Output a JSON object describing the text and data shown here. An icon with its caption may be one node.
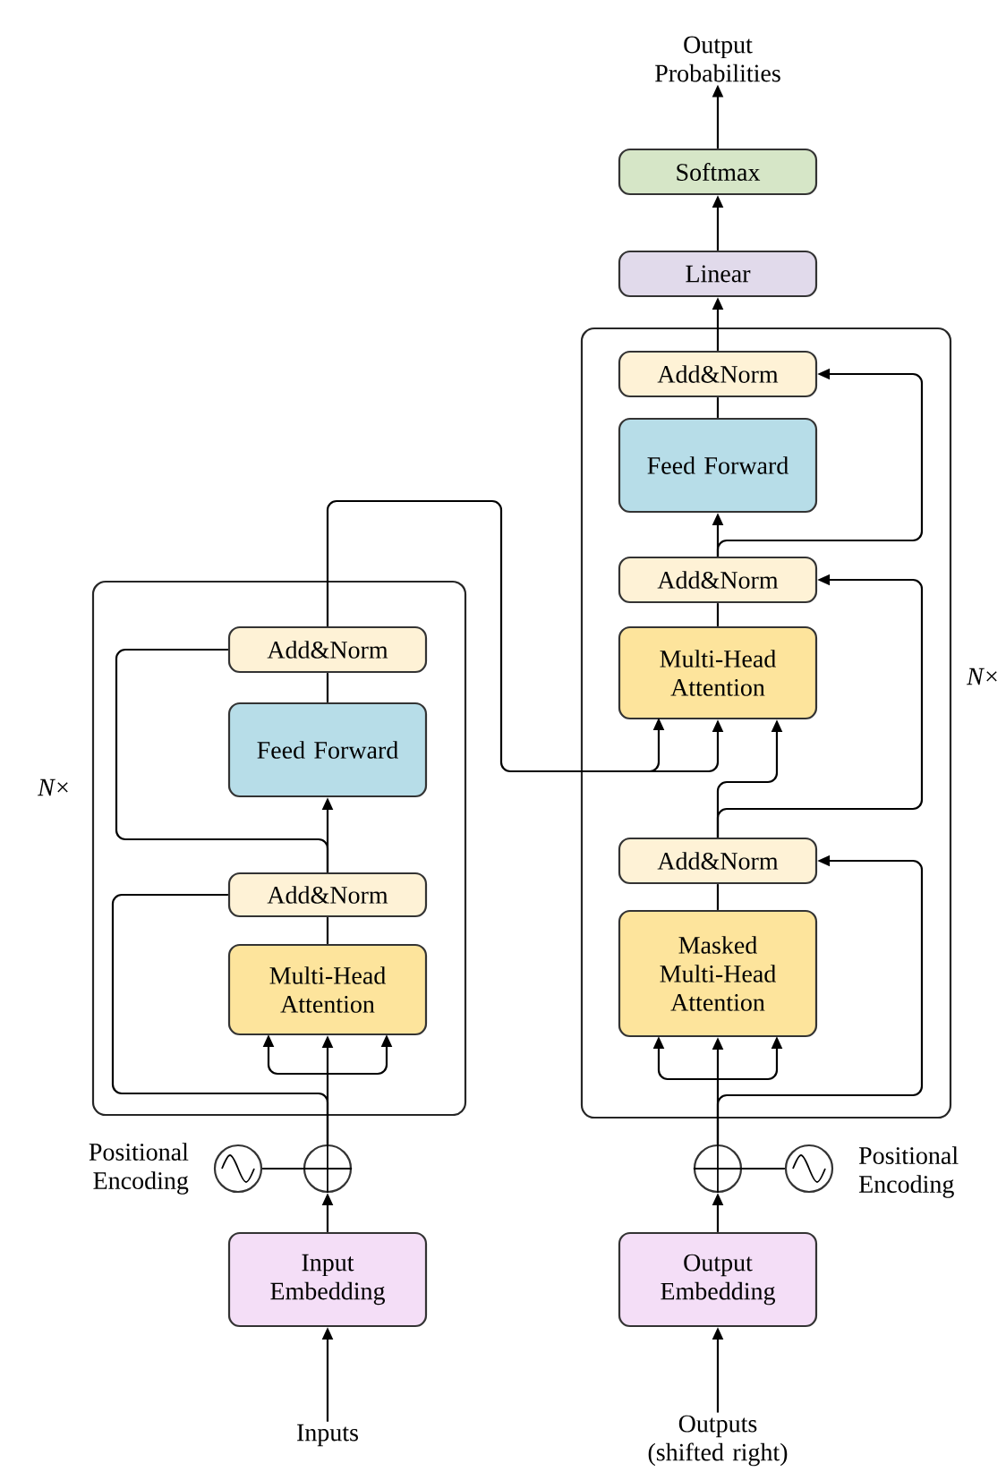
{
  "diagram": {
    "nodes": [
      {
        "text": [],
        "shape": "box",
        "beside": [
          "*N*×"
        ]
      },
      {
        "text": [
          "Add&Norm"
        ],
        "in": 0
      },
      {
        "text": [
          "Feed Forward"
        ],
        "in": 0
      },
      {
        "text": [
          "Add&Norm"
        ],
        "in": 0
      },
      {
        "text": [
          "Multi-Head Attention"
        ],
        "in": 0
      },
      {
        "text": [],
        "shape": "box",
        "beside": [
          "*N*×"
        ]
      },
      {
        "text": [
          "Add&Norm"
        ],
        "in": 5
      },
      {
        "text": [
          "Feed Forward"
        ],
        "in": 5
      },
      {
        "text": [
          "Add&Norm"
        ],
        "in": 5
      },
      {
        "text": [
          "Multi-Head Attention"
        ],
        "in": 5
      },
      {
        "text": [
          "Add&Norm"
        ],
        "in": 5
      },
      {
        "text": [
          "Masked Multi-Head Attention"
        ],
        "in": 5
      },
      {
        "text": [
          "Linear"
        ]
      },
      {
        "text": [
          "Softmax"
        ]
      },
      {
        "text": [
          "Output Probabilities"
        ]
      },
      {
        "text": [],
        "shape": "circle"
      },
      {
        "text": [],
        "shape": "circle",
        "beside": [
          "Positional Encoding"
        ]
      },
      {
        "text": [
          "Input Embedding"
        ]
      },
      {
        "text": [
          "Inputs"
        ]
      },
      {
        "text": [],
        "shape": "circle"
      },
      {
        "text": [],
        "shape": "circle",
        "beside": [
          "Positional Encoding"
        ]
      },
      {
        "text": [
          "Output Embedding"
        ]
      },
      {
        "text": [
          "Outputs (shifted right)"
        ]
      }
    ],
    "edges": [
      {
        "from": 18,
        "to": 17,
        "arrow": "to"
      },
      {
        "from": 17,
        "to": 15,
        "arrow": "to"
      },
      {
        "from": 16,
        "to": 15,
        "arrow": "none"
      },
      {
        "from": 15,
        "to": 4,
        "arrow": "to"
      },
      {
        "from": 15,
        "to": 3,
        "arrow": "none"
      },
      {
        "from": 4,
        "to": 3,
        "arrow": "none"
      },
      {
        "from": 3,
        "to": 2,
        "arrow": "to"
      },
      {
        "from": 3,
        "to": 1,
        "arrow": "none"
      },
      {
        "from": 2,
        "to": 1,
        "arrow": "none"
      },
      {
        "from": 1,
        "to": 9,
        "arrow": "to"
      },
      {
        "from": 22,
        "to": 21,
        "arrow": "to"
      },
      {
        "from": 21,
        "to": 19,
        "arrow": "to"
      },
      {
        "from": 20,
        "to": 19,
        "arrow": "none"
      },
      {
        "from": 19,
        "to": 11,
        "arrow": "to"
      },
      {
        "from": 19,
        "to": 10,
        "arrow": "to"
      },
      {
        "from": 11,
        "to": 10,
        "arrow": "none"
      },
      {
        "from": 10,
        "to": 9,
        "arrow": "to"
      },
      {
        "from": 10,
        "to": 8,
        "arrow": "to"
      },
      {
        "from": 9,
        "to": 8,
        "arrow": "none"
      },
      {
        "from": 8,
        "to": 7,
        "arrow": "to"
      },
      {
        "from": 8,
        "to": 6,
        "arrow": "to"
      },
      {
        "from": 7,
        "to": 6,
        "arrow": "none"
      },
      {
        "from": 6,
        "to": 12,
        "arrow": "to"
      },
      {
        "from": 12,
        "to": 13,
        "arrow": "to"
      },
      {
        "from": 13,
        "to": 14,
        "arrow": "to"
      }
    ]
  }
}
